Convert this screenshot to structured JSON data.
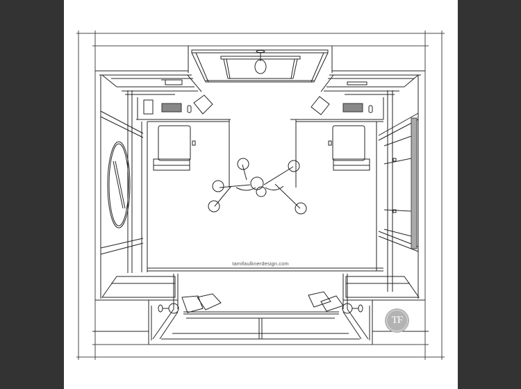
{
  "viewer": {
    "background_color": "#333333",
    "page_color": "#ffffff"
  },
  "drawing": {
    "type": "interior perspective floor plan sketch",
    "subject": "bedroom with twin beds, desks, round chandelier, oval mirror and window seat",
    "line_color": "#222222",
    "elements": [
      "ceiling-window-with-pendant-light",
      "left-desk-with-keyboard",
      "right-desk-with-keyboard",
      "left-bed",
      "right-bed",
      "oval-mirror",
      "sputnik-chandelier",
      "right-wall-windows",
      "window-seat-with-pillows",
      "left-bench",
      "right-bench",
      "wall-sconces"
    ]
  },
  "watermark": {
    "url_text": "tamifaulknerdesign.com"
  },
  "logo": {
    "initials": "TF",
    "badge_color": "#b3b3b3",
    "text_color": "#ffffff"
  }
}
